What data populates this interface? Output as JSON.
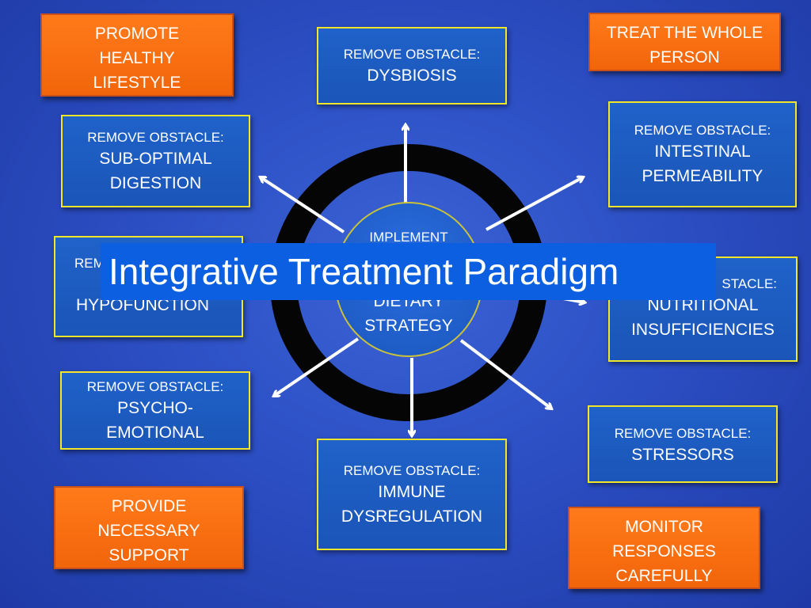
{
  "title": "Integrative Treatment Paradigm",
  "center": {
    "line1": "IMPLEMENT",
    "line2": "DIETARY",
    "line3": "STRATEGY"
  },
  "obstacle_prefix": "REMOVE OBSTACLE:",
  "obstacles": {
    "dysbiosis": [
      "DYSBIOSIS"
    ],
    "sub_optimal_digestion": [
      "SUB-OPTIMAL",
      "DIGESTION"
    ],
    "hypofunction": [
      "HYPOFUNCTION"
    ],
    "hypofunction_prefix_visible": "REM",
    "intestinal_permeability": [
      "INTESTINAL",
      "PERMEABILITY"
    ],
    "nutritional_insufficiencies": [
      "NUTRITIONAL",
      "INSUFFICIENCIES"
    ],
    "nutritional_prefix_visible": "STACLE:",
    "psycho_emotional": [
      "PSYCHO-",
      "EMOTIONAL"
    ],
    "stressors": [
      "STRESSORS"
    ],
    "immune_dysregulation": [
      "IMMUNE",
      "DYSREGULATION"
    ]
  },
  "actions": {
    "promote": [
      "PROMOTE",
      "HEALTHY",
      "LIFESTYLE"
    ],
    "treat": [
      "TREAT THE WHOLE",
      "PERSON"
    ],
    "provide": [
      "PROVIDE",
      "NECESSARY",
      "SUPPORT"
    ],
    "monitor": [
      "MONITOR",
      "RESPONSES",
      "CAREFULLY"
    ]
  },
  "colors": {
    "background": "#2c4fc4",
    "blue_box": "#1b59bf",
    "blue_border": "#f2e62a",
    "orange_box": "#f26c0d",
    "ring": "#000000",
    "title_banner": "#0c5fe0"
  }
}
